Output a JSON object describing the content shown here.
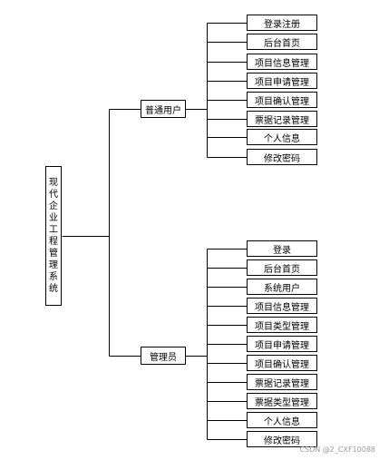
{
  "diagram": {
    "root": "现代企业工程管理系统",
    "branches": [
      {
        "label": "普通用户",
        "children": [
          "登录注册",
          "后台首页",
          "项目信息管理",
          "项目申请管理",
          "项目确认管理",
          "票据记录管理",
          "个人信息",
          "修改密码"
        ]
      },
      {
        "label": "管理员",
        "children": [
          "登录",
          "后台首页",
          "系统用户",
          "项目信息管理",
          "项目类型管理",
          "项目申请管理",
          "项目确认管理",
          "票据记录管理",
          "票据类型管理",
          "个人信息",
          "修改密码"
        ]
      }
    ]
  },
  "watermark": "CSDN @2_CXF10088"
}
